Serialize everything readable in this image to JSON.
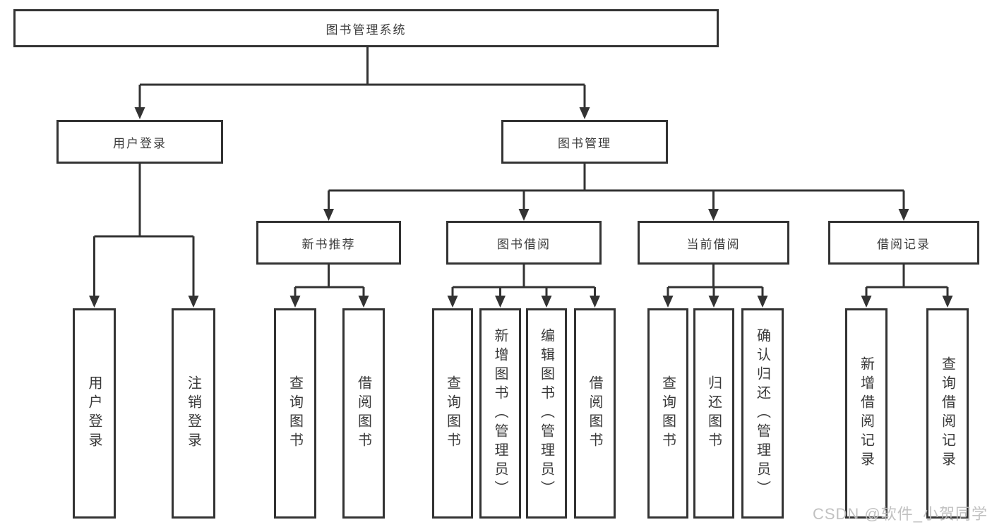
{
  "tree": {
    "root": "图书管理系统",
    "level2": [
      "用户登录",
      "图书管理"
    ],
    "level3": [
      "新书推荐",
      "图书借阅",
      "当前借阅",
      "借阅记录"
    ],
    "leaves": {
      "user_login": [
        "用户登录",
        "注销登录"
      ],
      "new_books": [
        "查询图书",
        "借阅图书"
      ],
      "book_borrow": [
        "查询图书",
        "新增图书（管理员）",
        "编辑图书（管理员）",
        "借阅图书"
      ],
      "current_borrow": [
        "查询图书",
        "归还图书",
        "确认归还（管理员）"
      ],
      "borrow_records": [
        "新增借阅记录",
        "查询借阅记录"
      ]
    }
  },
  "watermark": {
    "text": "CSDN @软件_小贺同学"
  },
  "colors": {
    "line": "#333333",
    "text": "#3a3a3a",
    "background": "#ffffff",
    "watermark": "#bcbcbc"
  }
}
